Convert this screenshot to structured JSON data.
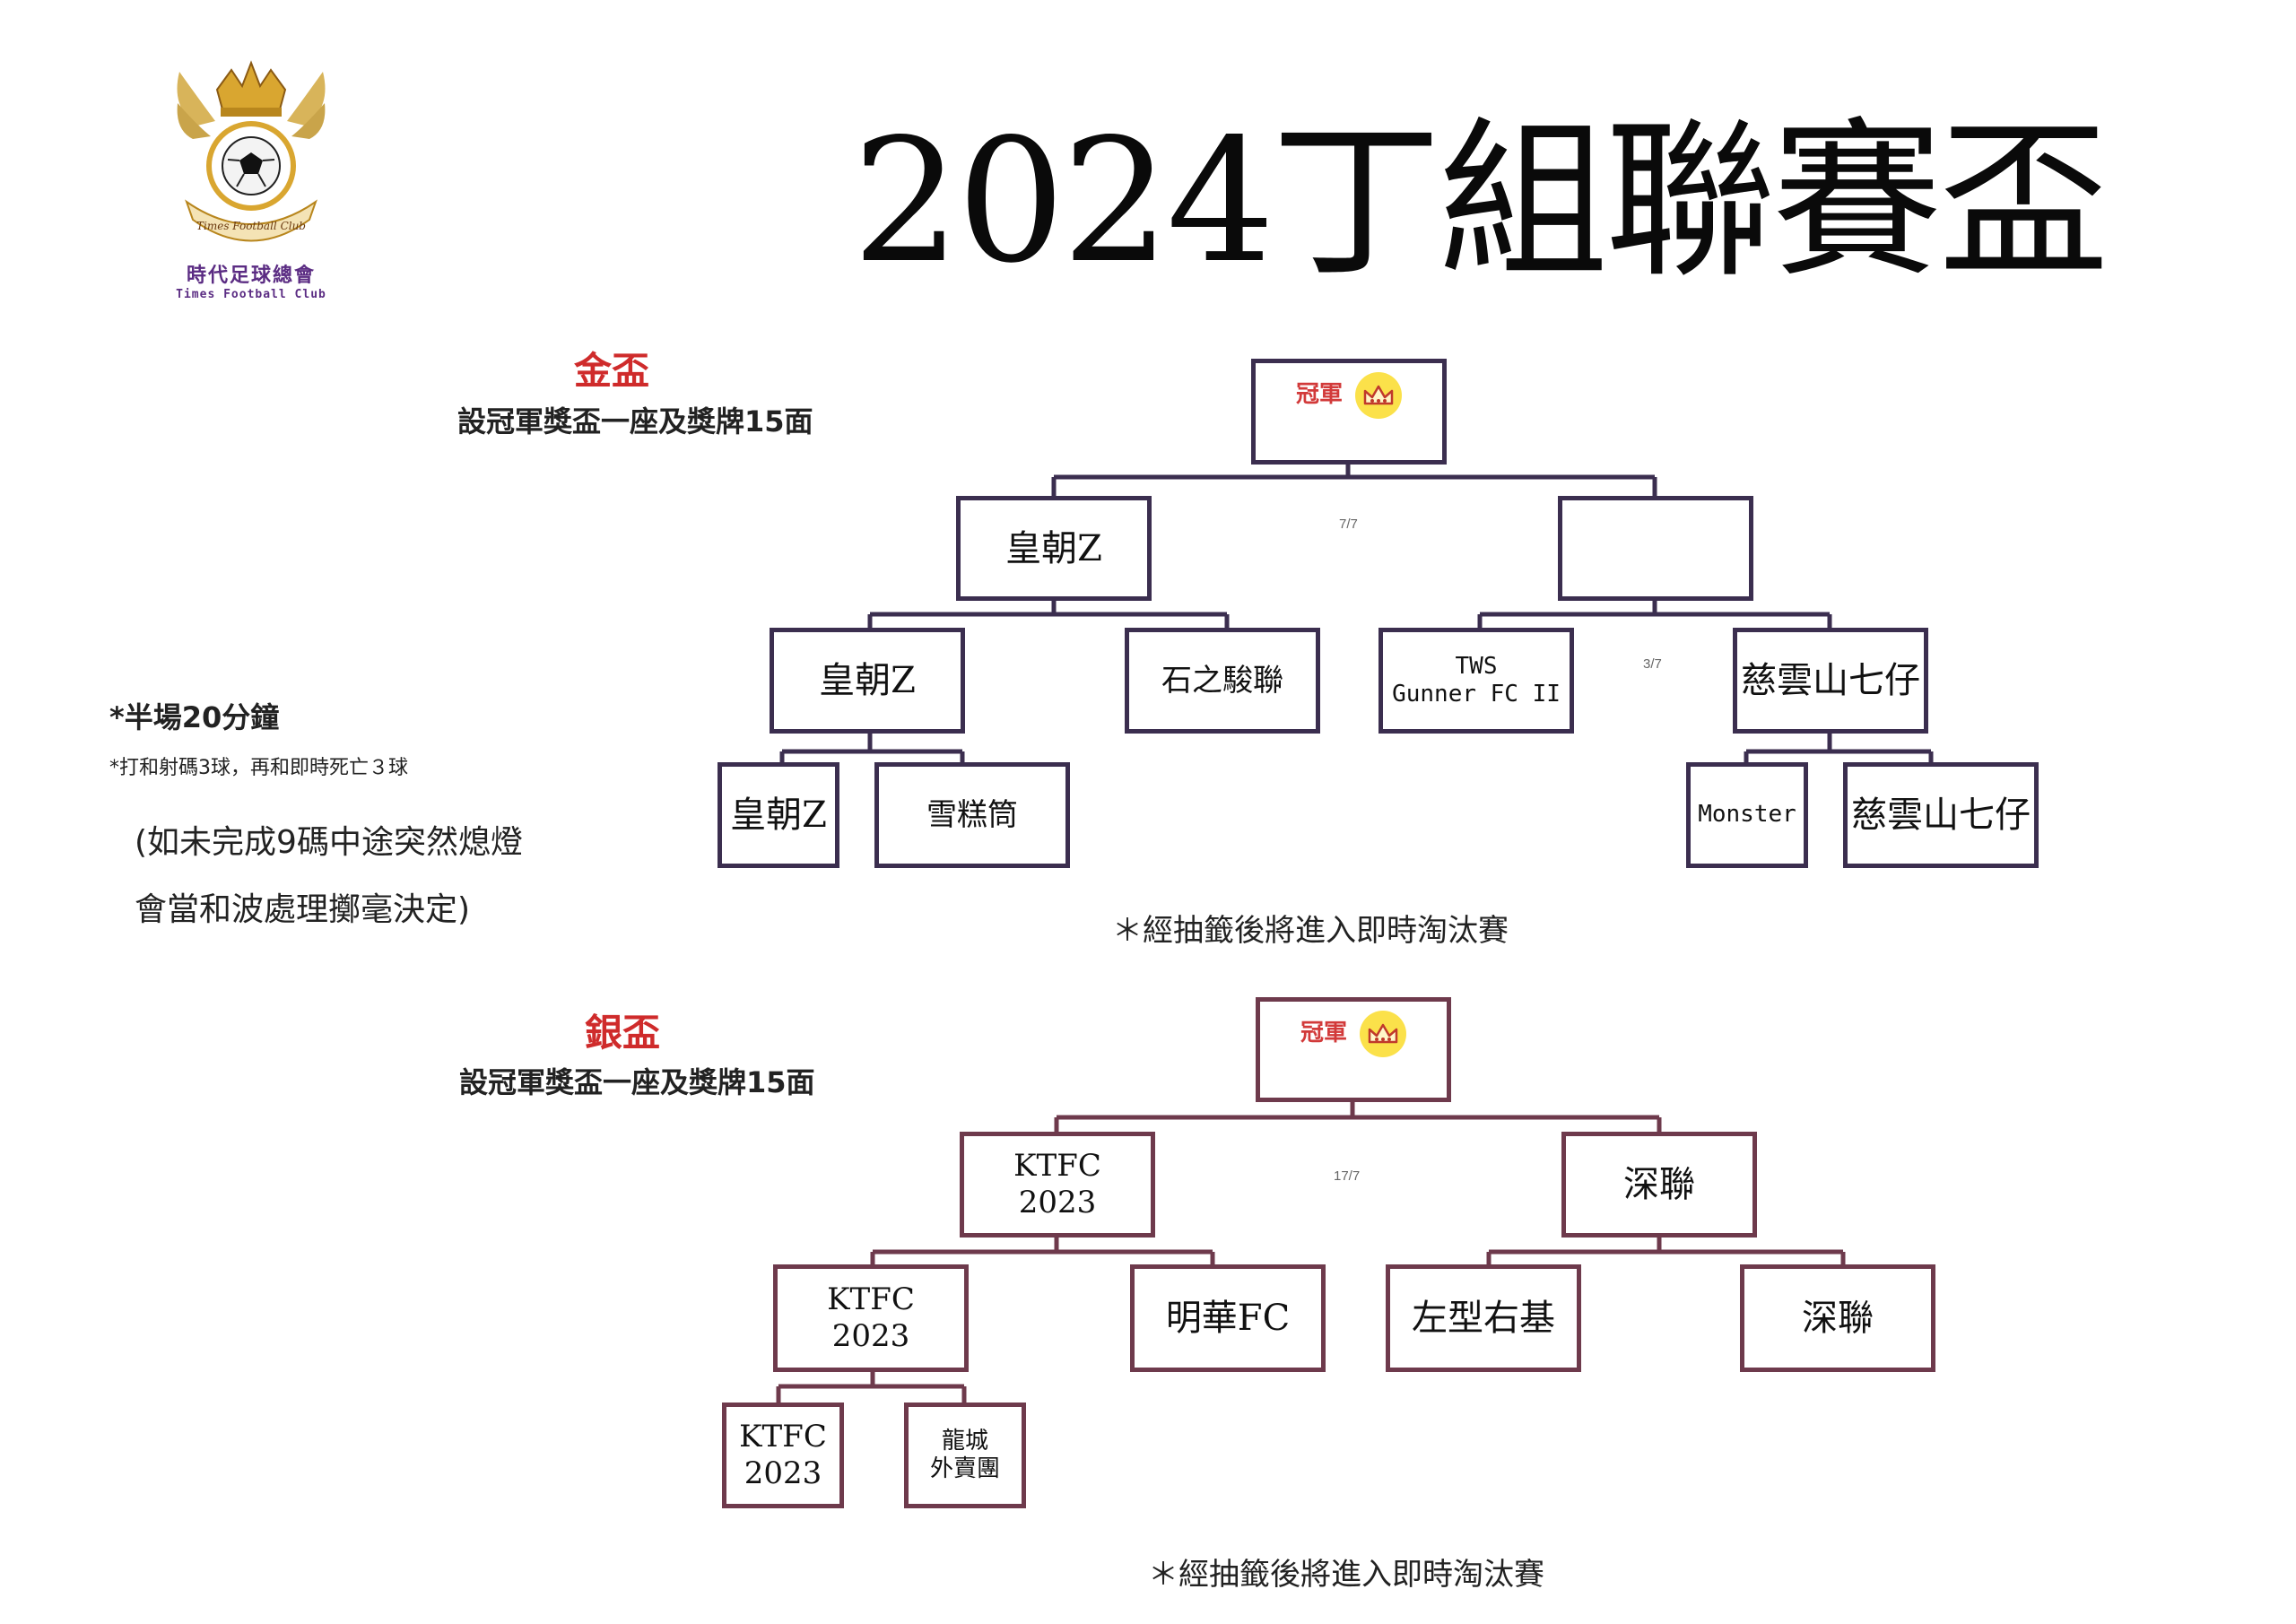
{
  "title": "2024丁組聯賽盃",
  "logo": {
    "name_zh": "時代足球總會",
    "name_en": "Times Football Club",
    "ribbon_text": "Times Football Club",
    "colors": {
      "wing": "#d8b45a",
      "crown": "#d9a630",
      "text": "#5b2c83"
    }
  },
  "rules": {
    "half_time": "*半場20分鐘",
    "draw_rule": "*打和射碼3球，再和即時死亡３球",
    "blackout_line1": "(如未完成9碼中途突然熄燈",
    "blackout_line2": "會當和波處理擲毫決定)"
  },
  "gold": {
    "name": "金盃",
    "desc": "設冠軍獎盃一座及獎牌15面",
    "champion_label": "冠軍",
    "final_date": "7/7",
    "semi_date": "3/7",
    "final_left": "皇朝Z",
    "final_right": "",
    "semi_1": "皇朝Z",
    "semi_2": "石之駿聯",
    "semi_3_line1": "TWS",
    "semi_3_line2": "Gunner FC II",
    "semi_4": "慈雲山七仔",
    "qf_1": "皇朝Z",
    "qf_2": "雪糕筒",
    "qf_3": "Monster",
    "qf_4": "慈雲山七仔",
    "footnote": "＊經抽籤後將進入即時淘汰賽",
    "color": "#3b2e4f"
  },
  "silver": {
    "name": "銀盃",
    "desc": "設冠軍獎盃一座及獎牌15面",
    "champion_label": "冠軍",
    "final_date": "17/7",
    "final_left_line1": "KTFC",
    "final_left_line2": "2023",
    "final_right": "深聯",
    "semi_1_line1": "KTFC",
    "semi_1_line2": "2023",
    "semi_2": "明華FC",
    "semi_3": "左型右基",
    "semi_4": "深聯",
    "qf_1_line1": "KTFC",
    "qf_1_line2": "2023",
    "qf_2_line1": "龍城",
    "qf_2_line2": "外賣團",
    "footnote": "＊經抽籤後將進入即時淘汰賽",
    "color": "#6e3a4c"
  },
  "colors": {
    "accent_red": "#cf2b2b",
    "crown_badge": "#fbe14a"
  }
}
